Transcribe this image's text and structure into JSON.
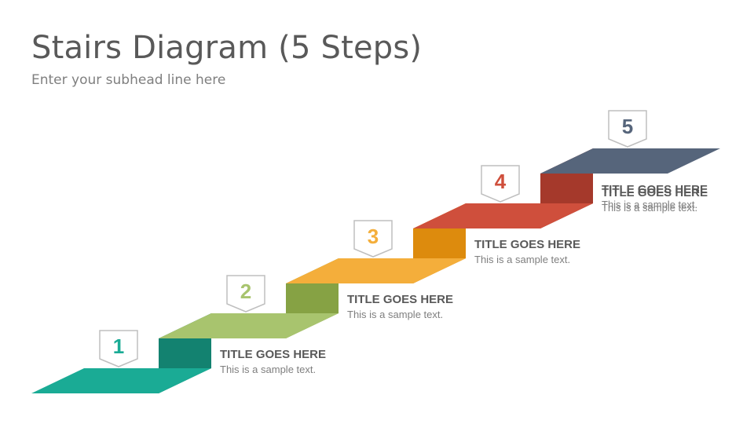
{
  "slide": {
    "title": "Stairs Diagram (5 Steps)",
    "subtitle": "Enter your subhead line here"
  },
  "steps": [
    {
      "number": "1",
      "title": "TITLE GOES HERE",
      "text": "This is a sample text.",
      "top_color": "#1aab95",
      "riser_color": "#138270",
      "number_color": "#1aab95"
    },
    {
      "number": "2",
      "title": "TITLE GOES HERE",
      "text": "This is a sample text.",
      "top_color": "#a8c46e",
      "riser_color": "#86a244",
      "number_color": "#a8c46e"
    },
    {
      "number": "3",
      "title": "TITLE GOES HERE",
      "text": "This is a sample text.",
      "top_color": "#f4ae3b",
      "riser_color": "#dd8b0d",
      "number_color": "#f4ae3b"
    },
    {
      "number": "4",
      "title": "TITLE GOES HERE",
      "text": "This is a sample text.",
      "top_color": "#cf4f3c",
      "riser_color": "#a5392b",
      "number_color": "#cf4f3c"
    },
    {
      "number": "5",
      "title": "TITLE GOES HERE",
      "text": "This is a sample text.",
      "top_color": "#56657b",
      "riser_color": "#56657b",
      "number_color": "#56657b"
    }
  ],
  "colors": {
    "badge_border": "#bfbfbf",
    "badge_fill": "#ffffff"
  }
}
